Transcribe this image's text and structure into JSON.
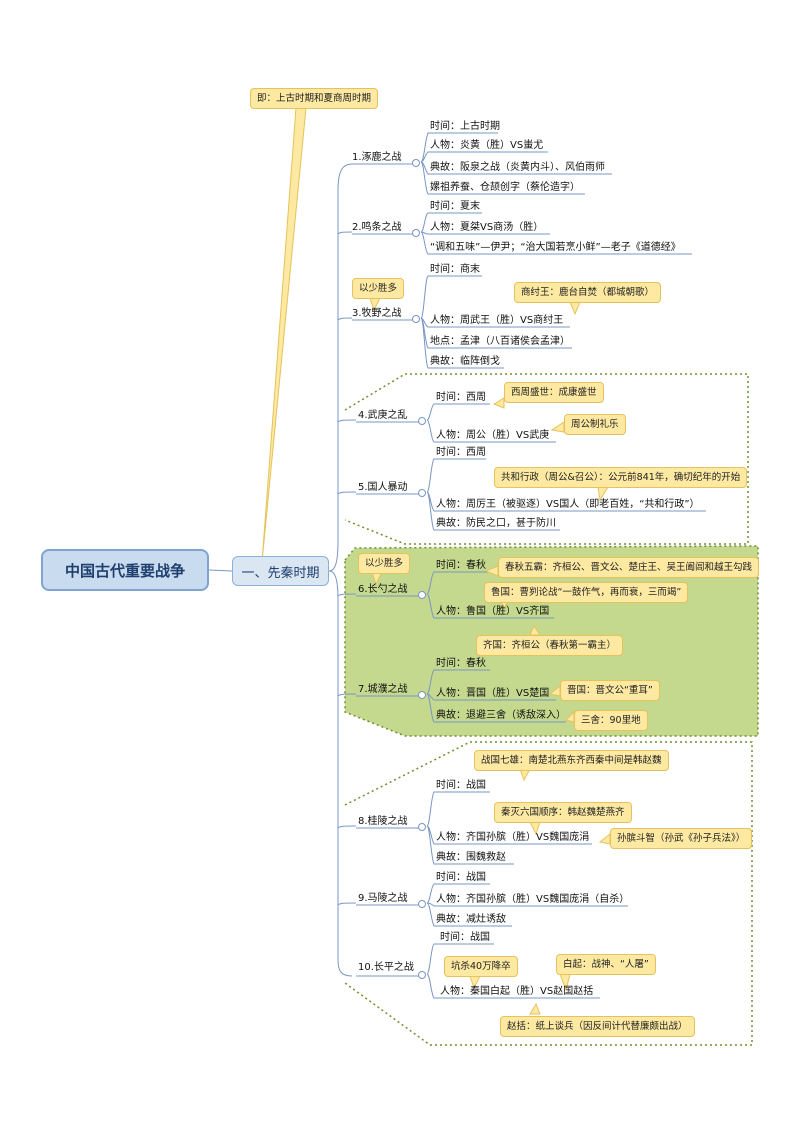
{
  "root": "中国古代重要战争",
  "branch": "一、先秦时期",
  "period_note": "即：上古时期和夏商周时期",
  "battles": [
    {
      "title": "1.涿鹿之战",
      "items": [
        "时间：上古时期",
        "人物：炎黄（胜）VS蚩尤",
        "典故：阪泉之战（炎黄内斗）、风伯雨师",
        "嫘祖养蚕、仓颉创字（蔡伦造字）"
      ]
    },
    {
      "title": "2.鸣条之战",
      "items": [
        "时间：夏末",
        "人物：夏桀VS商汤（胜）",
        "“调和五味”—伊尹；“治大国若烹小鲜”—老子《道德经》"
      ]
    },
    {
      "title": "3.牧野之战",
      "items": [
        "时间：商末",
        "人物：周武王（胜）VS商纣王",
        "地点：孟津（八百诸侯会孟津）",
        "典故：临阵倒戈"
      ]
    },
    {
      "title": "4.武庚之乱",
      "items": [
        "时间：西周",
        "人物：周公（胜）VS武庚"
      ]
    },
    {
      "title": "5.国人暴动",
      "items": [
        "时间：西周",
        "人物：周厉王（被驱逐）VS国人（即老百姓，“共和行政”）",
        "典故：防民之口，甚于防川"
      ]
    },
    {
      "title": "6.长勺之战",
      "items": [
        "时间：春秋",
        "人物：鲁国（胜）VS齐国"
      ]
    },
    {
      "title": "7.城濮之战",
      "items": [
        "时间：春秋",
        "人物：晋国（胜）VS楚国",
        "典故：退避三舍（诱敌深入）"
      ]
    },
    {
      "title": "8.桂陵之战",
      "items": [
        "时间：战国",
        "人物：齐国孙膑（胜）VS魏国庞涓",
        "典故：围魏救赵"
      ]
    },
    {
      "title": "9.马陵之战",
      "items": [
        "时间：战国",
        "人物：齐国孙膑（胜）VS魏国庞涓（自杀）",
        "典故：减灶诱敌"
      ]
    },
    {
      "title": "10.长平之战",
      "items": [
        "时间：战国",
        "人物：秦国白起（胜）VS赵国赵括"
      ]
    }
  ],
  "callouts": {
    "yishao_1": "以少胜多",
    "shangzhou": "商纣王：鹿台自焚（都城朝歌）",
    "xizhou_sheng": "西周盛世：成康盛世",
    "zhougong": "周公制礼乐",
    "gonghe": "共和行政（周公&召公）：公元前841年，确切纪年的开始",
    "yishao_2": "以少胜多",
    "chunqiu_wuba": "春秋五霸：齐桓公、晋文公、楚庄王、吴王阖闾和越王勾践",
    "luguo": "鲁国：曹刿论战“一鼓作气，再而衰，三而竭”",
    "qiguo": "齐国：齐桓公（春秋第一霸主）",
    "jinguo": "晋国：晋文公“重耳”",
    "sanshe": "三舍：90里地",
    "zhanguo_qixiong": "战国七雄：南楚北燕东齐西秦中间是韩赵魏",
    "qinmie": "秦灭六国顺序：韩赵魏楚燕齐",
    "sunbin": "孙膑斗智（孙武《孙子兵法》）",
    "kengsha": "坑杀40万降卒",
    "baiqi": "白起：战神、“人屠”",
    "zhaokuo": "赵括：纸上谈兵（因反间计代替廉颇出战）"
  },
  "colors": {
    "line": "#7a96c4",
    "callout_fill": "#fde9a2",
    "callout_border": "#e6c25a",
    "group_fill": "#c4d88e",
    "dotted": "#6e8f2e"
  }
}
